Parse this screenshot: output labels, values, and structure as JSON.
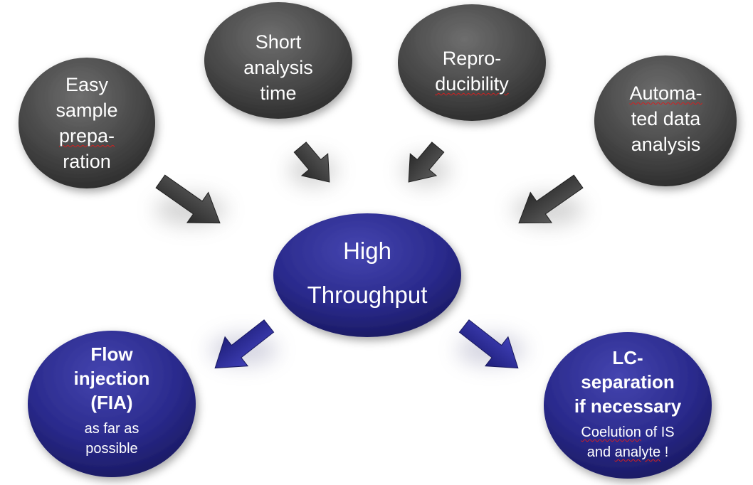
{
  "hub": {
    "lines": [
      "High",
      "Throughput"
    ],
    "color": "#2a2a7e"
  },
  "inputs": [
    {
      "lines": [
        "Easy",
        "sample",
        "prepa-",
        "ration"
      ],
      "squiggle_line": 2
    },
    {
      "lines": [
        "Short",
        "analysis",
        "time"
      ],
      "squiggle_line": -1
    },
    {
      "lines": [
        "Repro-",
        "ducibility"
      ],
      "squiggle_line": 1
    },
    {
      "lines": [
        "Automa-",
        "ted data",
        "analysis"
      ],
      "squiggle_line": 0
    }
  ],
  "outputs": [
    {
      "title_lines": [
        "Flow",
        "injection",
        "(FIA)"
      ],
      "sub_lines": [
        "as far as",
        "possible"
      ]
    },
    {
      "title_lines": [
        "LC-",
        "separation",
        "if necessary"
      ],
      "sub_lines": [
        "Coelution of IS",
        "and analyte !"
      ]
    }
  ],
  "colors": {
    "grey_node": "#4a4a4a",
    "blue_node": "#2a2a8c",
    "grey_arrow": "#3c3c3c",
    "blue_arrow": "#2c2c9a"
  }
}
